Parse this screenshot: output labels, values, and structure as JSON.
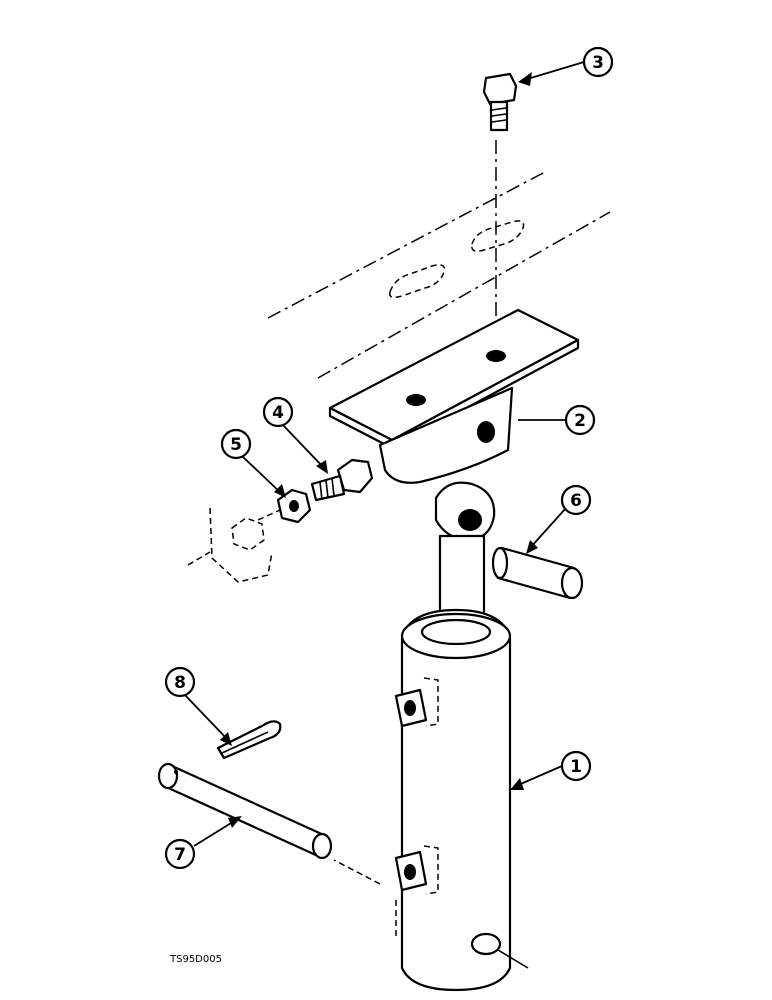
{
  "callouts": [
    {
      "number": "1",
      "part": "hydraulic cylinder"
    },
    {
      "number": "2",
      "part": "mounting bracket"
    },
    {
      "number": "3",
      "part": "cap screw"
    },
    {
      "number": "4",
      "part": "cap screw"
    },
    {
      "number": "5",
      "part": "nut"
    },
    {
      "number": "6",
      "part": "pin"
    },
    {
      "number": "7",
      "part": "pin"
    },
    {
      "number": "8",
      "part": "cotter pin"
    }
  ],
  "figure_code": "TS95D005"
}
